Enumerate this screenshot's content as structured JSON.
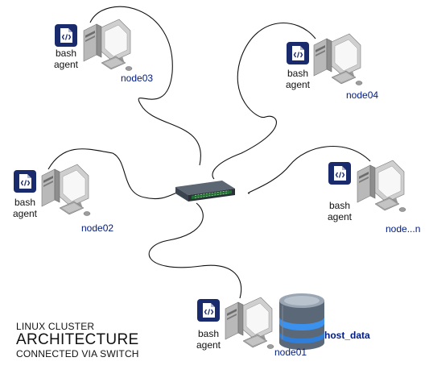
{
  "title": {
    "line1": "LINUX CLUSTER",
    "line2": "ARCHITECTURE",
    "line3": "CONNECTED VIA SWITCH"
  },
  "agent_label": [
    "bash",
    "agent"
  ],
  "nodes": [
    {
      "name": "node03",
      "icon": "computer-icon"
    },
    {
      "name": "node04",
      "icon": "computer-icon"
    },
    {
      "name": "node02",
      "icon": "computer-icon"
    },
    {
      "name": "node...n",
      "icon": "computer-icon"
    },
    {
      "name": "node01",
      "icon": "computer-icon"
    }
  ],
  "database": {
    "label": "host_data",
    "icon": "database-icon"
  },
  "switch": {
    "icon": "network-switch-icon"
  },
  "colors": {
    "node_label": "#001a80",
    "code_badge": "#1a2b6d",
    "cable": "#111111"
  }
}
